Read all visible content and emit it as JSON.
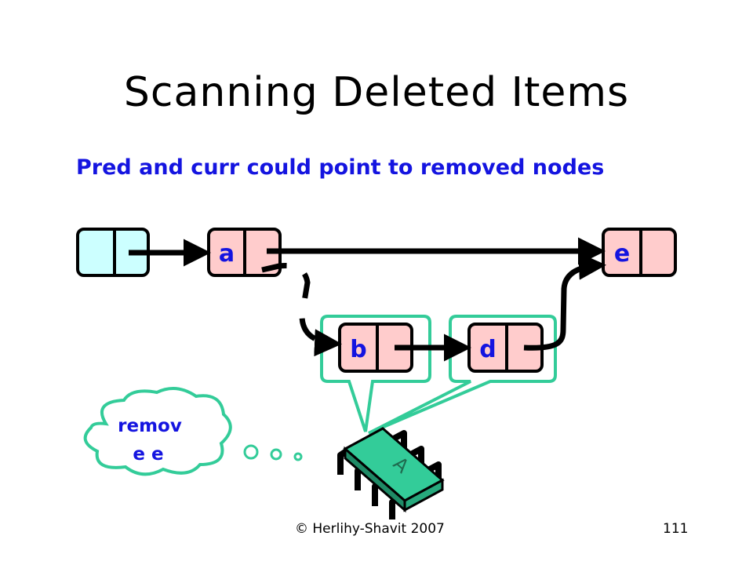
{
  "slide": {
    "title": "Scanning Deleted Items",
    "subtitle": "Pred and curr could point to removed nodes",
    "footer_left": "© Herlihy-Shavit 2007",
    "footer_right": "111"
  },
  "diagram": {
    "nodes": [
      {
        "id": "head",
        "label": ""
      },
      {
        "id": "a",
        "label": "a"
      },
      {
        "id": "e",
        "label": "e"
      },
      {
        "id": "b",
        "label": "b"
      },
      {
        "id": "d",
        "label": "d"
      }
    ],
    "thought": {
      "line1": "remov",
      "line2": "e e"
    },
    "thread": {
      "label": "A"
    }
  },
  "colors": {
    "subtitle": "#1414e0",
    "head_fill": "#ccffff",
    "node_fill": "#ffcccc",
    "node_label": "#1414e0",
    "thread": "#33cc99",
    "callout": "#33cc99",
    "thought_label": "#1414e0"
  }
}
